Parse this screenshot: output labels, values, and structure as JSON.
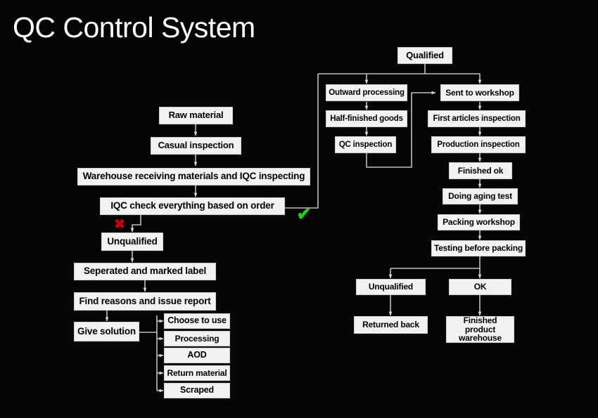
{
  "title": "QC Control System",
  "colors": {
    "background": "#050505",
    "box_fill": "#f2f2f2",
    "box_text": "#000000",
    "connector": "#bfbfbf",
    "title_text": "#ffffff",
    "reject_mark": "#cc0000",
    "accept_mark": "#1fcc1f"
  },
  "marks": {
    "reject": {
      "glyph": "✖",
      "name": "red-x-mark"
    },
    "accept": {
      "glyph": "✔",
      "name": "green-check-mark"
    }
  },
  "nodes": {
    "raw_material": "Raw material",
    "casual_inspection": "Casual inspection",
    "warehouse_receiving": "Warehouse receiving materials and IQC inspecting",
    "iqc_check": "IQC check everything based on order",
    "unqualified_left": "Unqualified",
    "seperated_marked": "Seperated and marked label",
    "find_reasons": "Find reasons and issue report",
    "give_solution": "Give solution",
    "choose_to_use": "Choose to use",
    "processing": "Processing",
    "aod": "AOD",
    "return_material": "Return material",
    "scraped": "Scraped",
    "qualified": "Qualified",
    "outward_processing": "Outward processing",
    "half_finished_goods": "Half-finished goods",
    "qc_inspection": "QC inspection",
    "sent_to_workshop": "Sent to workshop",
    "first_articles_inspection": "First articles inspection",
    "production_inspection": "Production inspection",
    "finished_ok": "Finished ok",
    "doing_aging_test": "Doing aging test",
    "packing_workshop": "Packing workshop",
    "testing_before_packing": "Testing before packing",
    "unqualified_right": "Unqualified",
    "ok": "OK",
    "returned_back": "Returned back",
    "finished_product_warehouse": "Finished product warehouse"
  }
}
